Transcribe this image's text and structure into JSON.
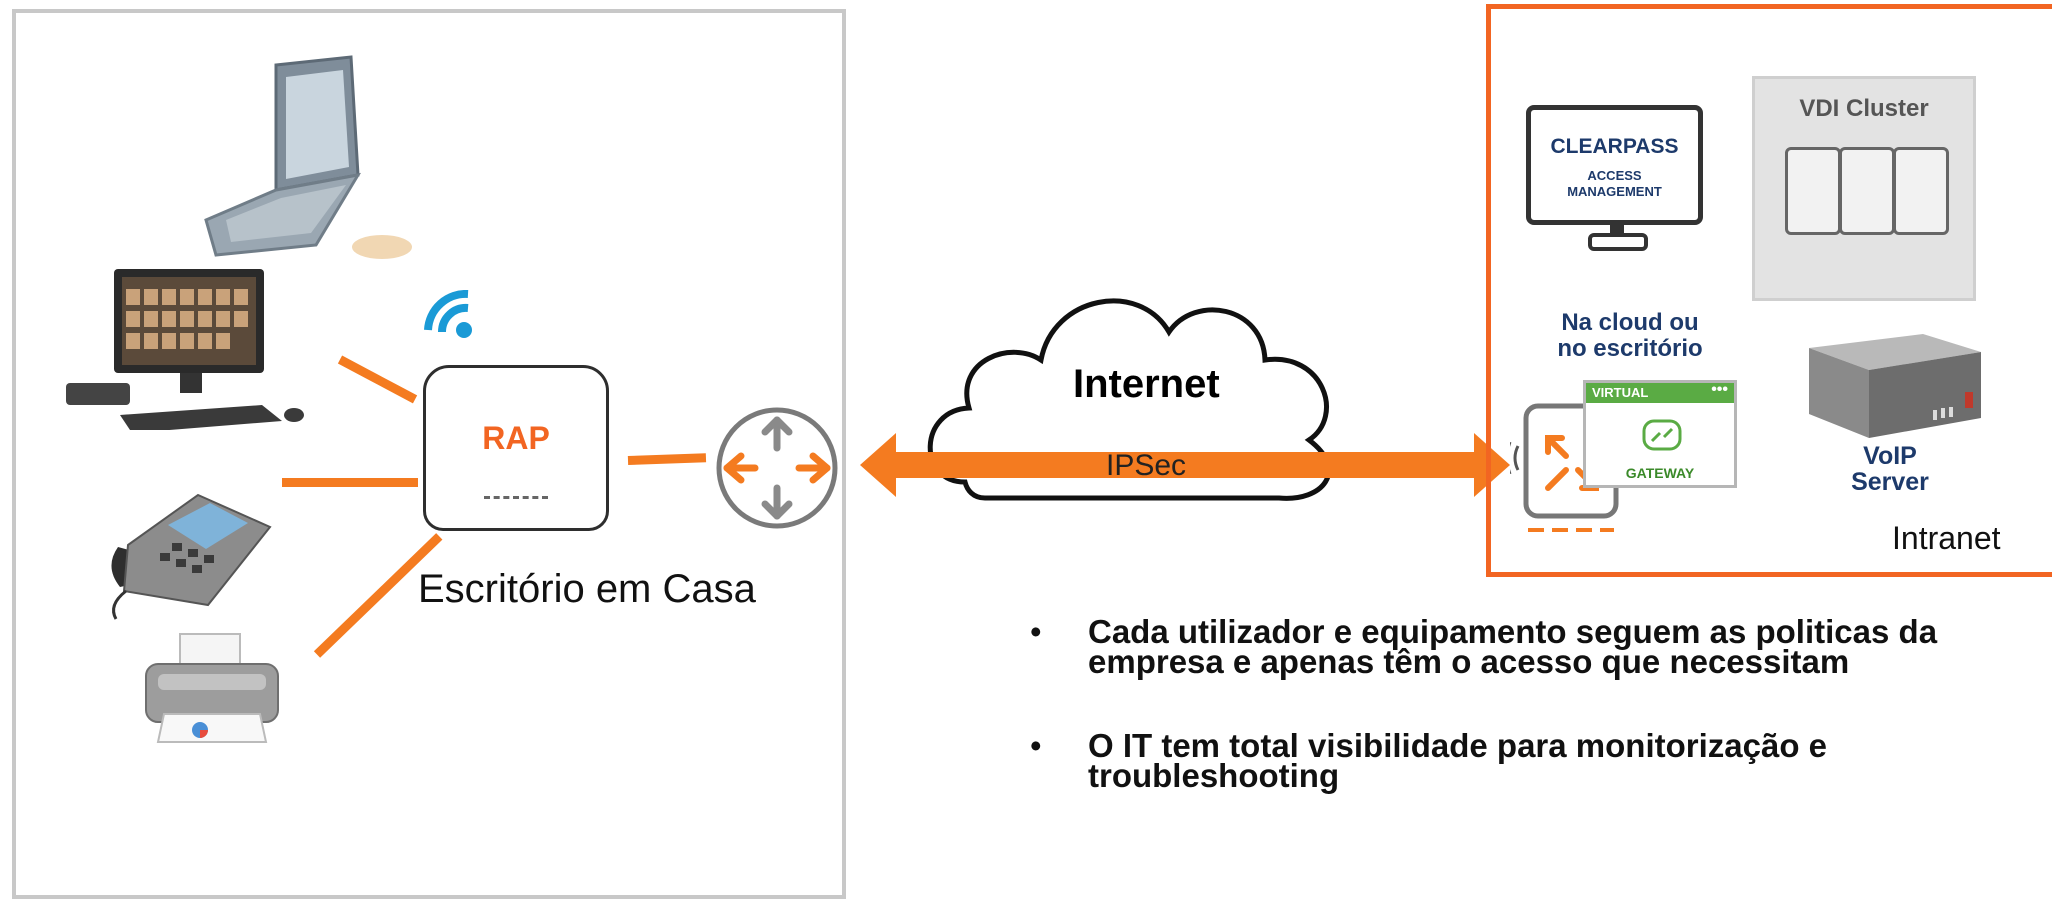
{
  "home": {
    "caption": "Escritório em Casa",
    "rap_label": "RAP",
    "devices": [
      "laptop-icon",
      "desktop-pc-icon",
      "ip-phone-icon",
      "printer-icon"
    ]
  },
  "internet": {
    "label": "Internet",
    "tunnel_label": "IPSec"
  },
  "intranet": {
    "label": "Intranet",
    "clearpass": {
      "title": "CLEARPASS",
      "sub1": "ACCESS",
      "sub2": "MANAGEMENT"
    },
    "vdi": {
      "title": "VDI Cluster"
    },
    "gateway": {
      "caption1": "Na cloud ou",
      "caption2": "no escritório",
      "badge": "VIRTUAL",
      "dots": "•••",
      "name": "GATEWAY"
    },
    "voip": {
      "line1": "VoIP",
      "line2": "Server"
    }
  },
  "bullets": [
    "Cada utilizador e equipamento seguem as politicas da empresa e apenas têm o acesso que necessitam",
    "O IT tem total visibilidade para monitorização e troubleshooting"
  ],
  "colors": {
    "accent": "#f47b20",
    "brand_blue": "#1d3a6b",
    "wifi_blue": "#1a9ad6",
    "gateway_green": "#5aab44"
  }
}
